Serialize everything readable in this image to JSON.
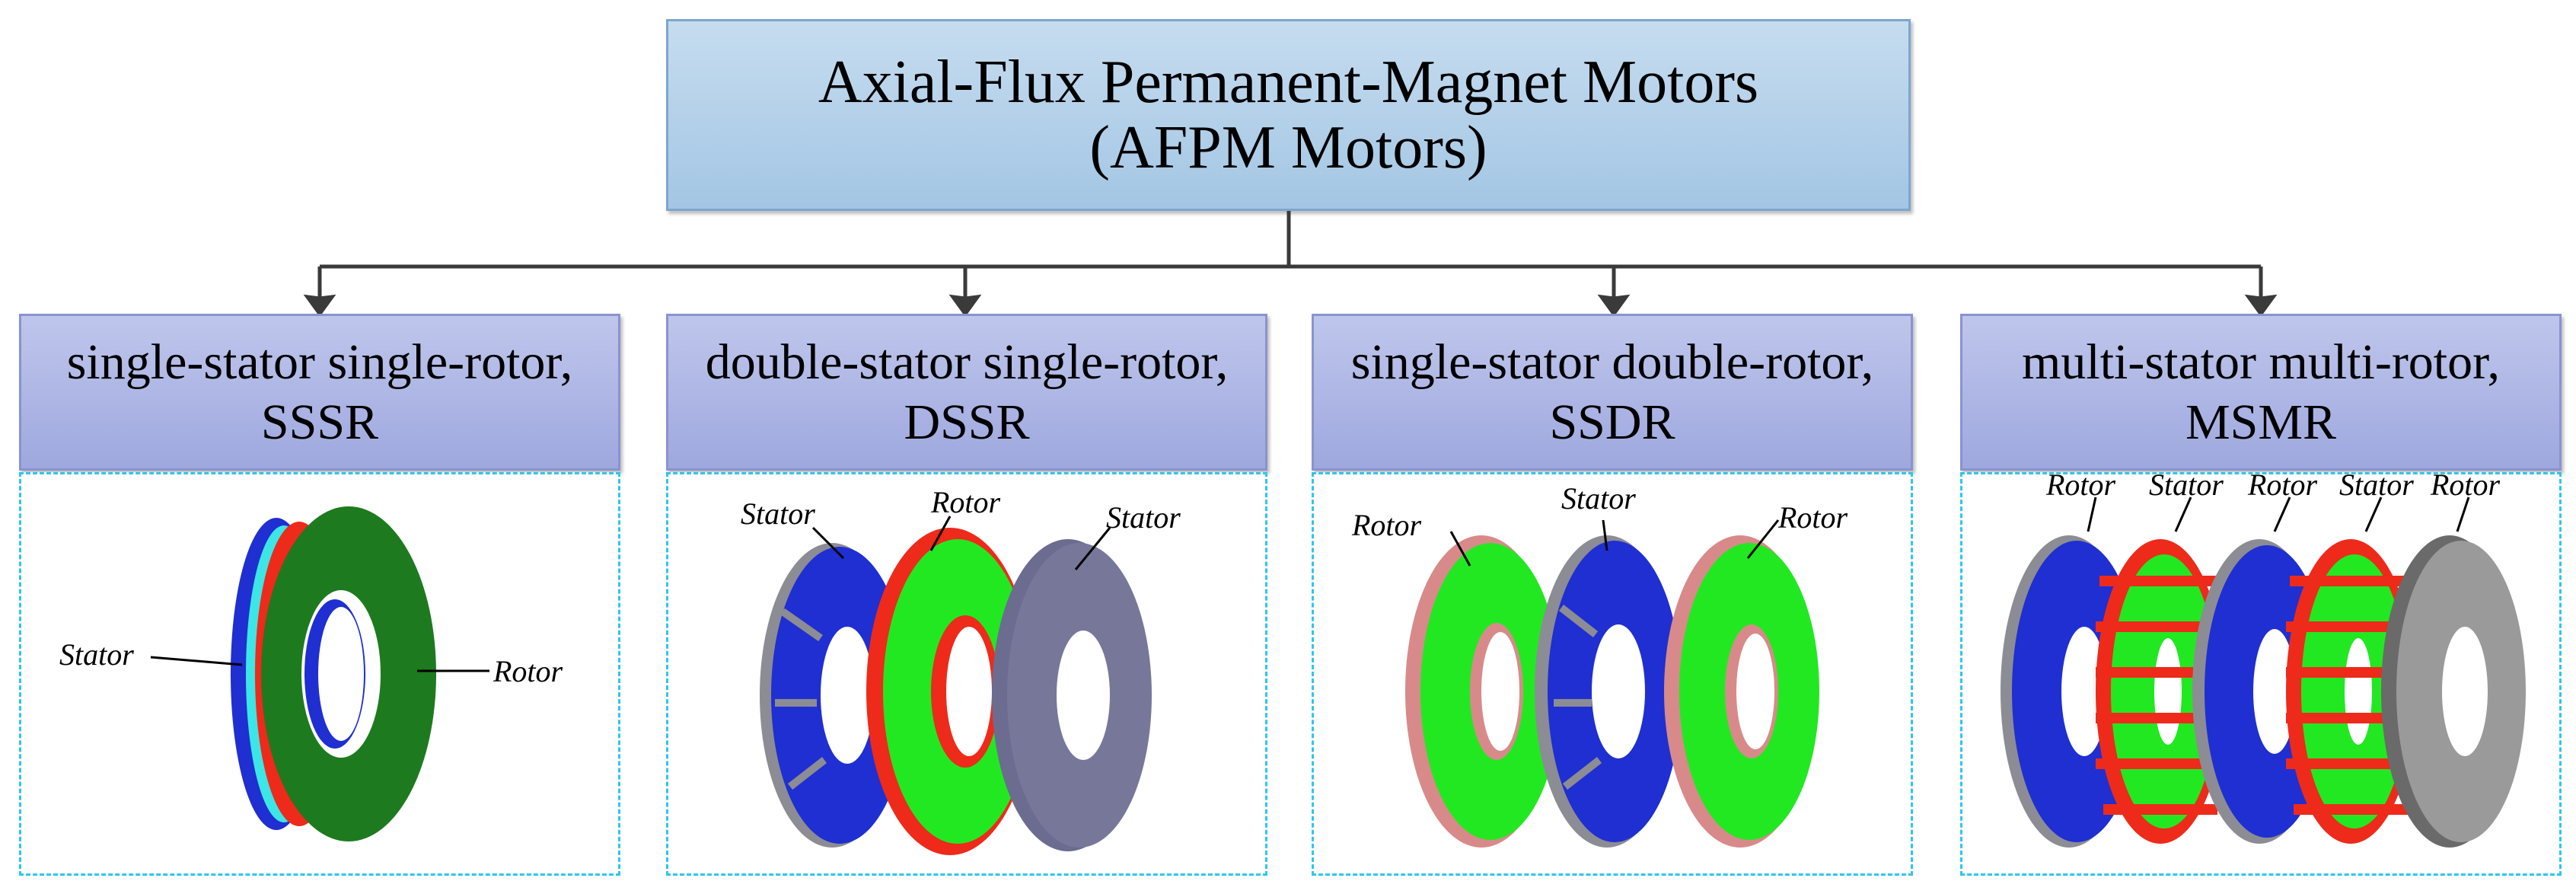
{
  "root": {
    "line1": "Axial-Flux Permanent-Magnet Motors",
    "line2": "(AFPM Motors)"
  },
  "categories": [
    {
      "line1": "single-stator single-rotor,",
      "line2": "SSSR",
      "labels": [
        "Stator",
        "Rotor"
      ]
    },
    {
      "line1": "double-stator single-rotor,",
      "line2": "DSSR",
      "labels": [
        "Stator",
        "Rotor",
        "Stator"
      ]
    },
    {
      "line1": "single-stator double-rotor,",
      "line2": "SSDR",
      "labels": [
        "Rotor",
        "Stator",
        "Rotor"
      ]
    },
    {
      "line1": "multi-stator multi-rotor,",
      "line2": "MSMR",
      "labels": [
        "Rotor",
        "Stator",
        "Rotor",
        "Stator",
        "Rotor"
      ]
    }
  ],
  "colors": {
    "stator_blue": "#1f2fd1",
    "rotor_green": "#1e7a1e",
    "bright_green": "#22e822",
    "red": "#ee2a1a",
    "gray": "#8c8c94",
    "cyan": "#3ce6e6"
  }
}
